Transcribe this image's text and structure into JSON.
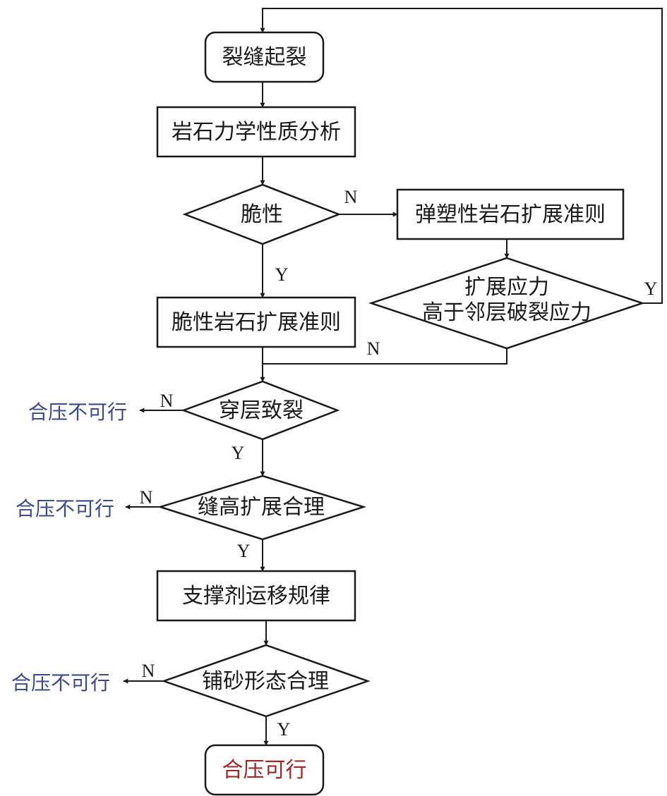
{
  "nodes": {
    "crack_initiation": "裂缝起裂",
    "rock_mechanics": "岩石力学性质分析",
    "brittle": "脆性",
    "elastoplastic_criterion": "弹塑性岩石扩展准则",
    "stress_line1": "扩展应力",
    "stress_line2": "高于邻层破裂应力",
    "brittle_criterion": "脆性岩石扩展准则",
    "cross_layer": "穿层致裂",
    "height_reasonable": "缝高扩展合理",
    "proppant": "支撑剂运移规律",
    "sand_reasonable": "铺砂形态合理",
    "feasible": "合压可行"
  },
  "outcomes": {
    "infeasible": "合压不可行"
  },
  "labels": {
    "yes": "Y",
    "no": "N"
  },
  "colors": {
    "infeasible": "#3a4a8c",
    "feasible": "#a0282a",
    "stroke": "#1a1a1a"
  }
}
